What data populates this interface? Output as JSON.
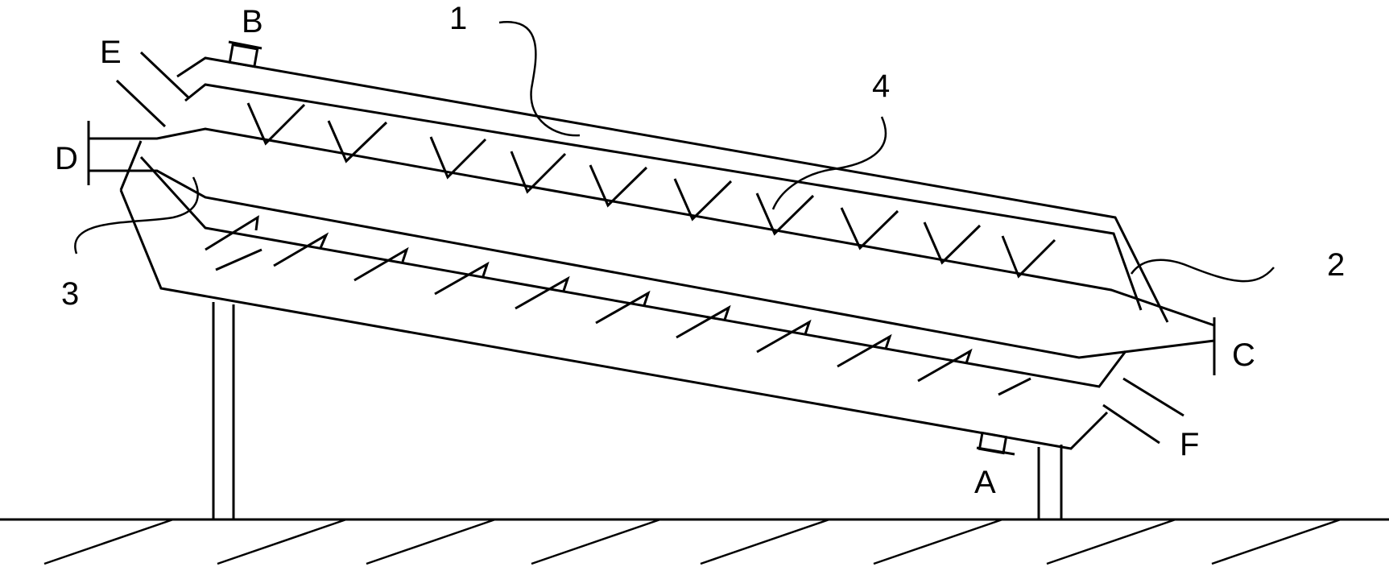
{
  "labels": {
    "part_1": "1",
    "part_2": "2",
    "part_3": "3",
    "part_4": "4",
    "port_a": "A",
    "port_b": "B",
    "port_c": "C",
    "port_d": "D",
    "port_e": "E",
    "port_f": "F"
  }
}
